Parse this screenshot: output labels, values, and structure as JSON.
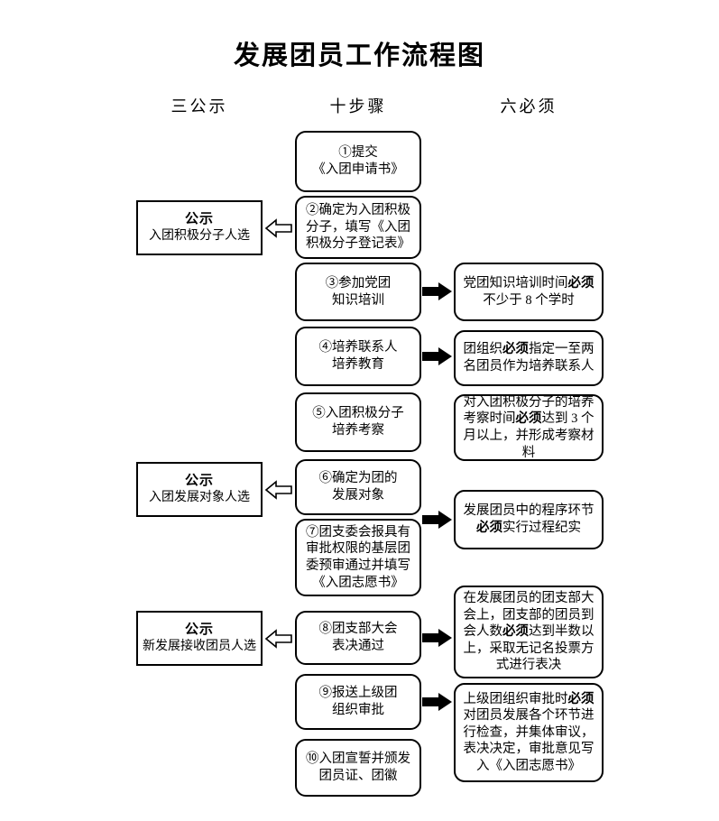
{
  "title": "发展团员工作流程图",
  "columns": {
    "left": "三公示",
    "middle": "十步骤",
    "right": "六必须"
  },
  "steps": [
    {
      "id": 1,
      "text": "①提交\n《入团申请书》"
    },
    {
      "id": 2,
      "text": "②确定为入团积极分子，填写《入团积极分子登记表》"
    },
    {
      "id": 3,
      "text": "③参加党团\n知识培训"
    },
    {
      "id": 4,
      "text": "④培养联系人\n培养教育"
    },
    {
      "id": 5,
      "text": "⑤入团积极分子\n培养考察"
    },
    {
      "id": 6,
      "text": "⑥确定为团的\n发展对象"
    },
    {
      "id": 7,
      "text": "⑦团支委会报具有审批权限的基层团委预审通过并填写《入团志愿书》"
    },
    {
      "id": 8,
      "text": "⑧团支部大会\n表决通过"
    },
    {
      "id": 9,
      "text": "⑨报送上级团\n组织审批"
    },
    {
      "id": 10,
      "text": "⑩入团宣誓并颁发\n团员证、团徽"
    }
  ],
  "notices": [
    {
      "title": "公示",
      "subject": "入团积极分子人选"
    },
    {
      "title": "公示",
      "subject": "入团发展对象人选"
    },
    {
      "title": "公示",
      "subject": "新发展接收团员人选"
    }
  ],
  "musts": [
    {
      "id": 1,
      "pre": "党团知识培训时间",
      "key": "必须",
      "post": "不少于 8 个学时"
    },
    {
      "id": 2,
      "pre": "团组织",
      "key": "必须",
      "post": "指定一至两名团员作为培养联系人"
    },
    {
      "id": 3,
      "pre": "对入团积极分子的培养考察时间",
      "key": "必须",
      "post": "达到 3 个月以上，并形成考察材料"
    },
    {
      "id": 4,
      "pre": "发展团员中的程序环节",
      "key": "必须",
      "post": "实行过程纪实"
    },
    {
      "id": 5,
      "pre": "在发展团员的团支部大会上，团支部的团员到会人数",
      "key": "必须",
      "post": "达到半数以上，采取无记名投票方式进行表决"
    },
    {
      "id": 6,
      "pre": "上级团组织审批时",
      "key": "必须",
      "post": "对团员发展各个环节进行检查，并集体审议，表决决定，审批意见写入《入团志愿书》"
    }
  ],
  "colors": {
    "stroke": "#000000",
    "background": "#ffffff",
    "text": "#000000"
  }
}
